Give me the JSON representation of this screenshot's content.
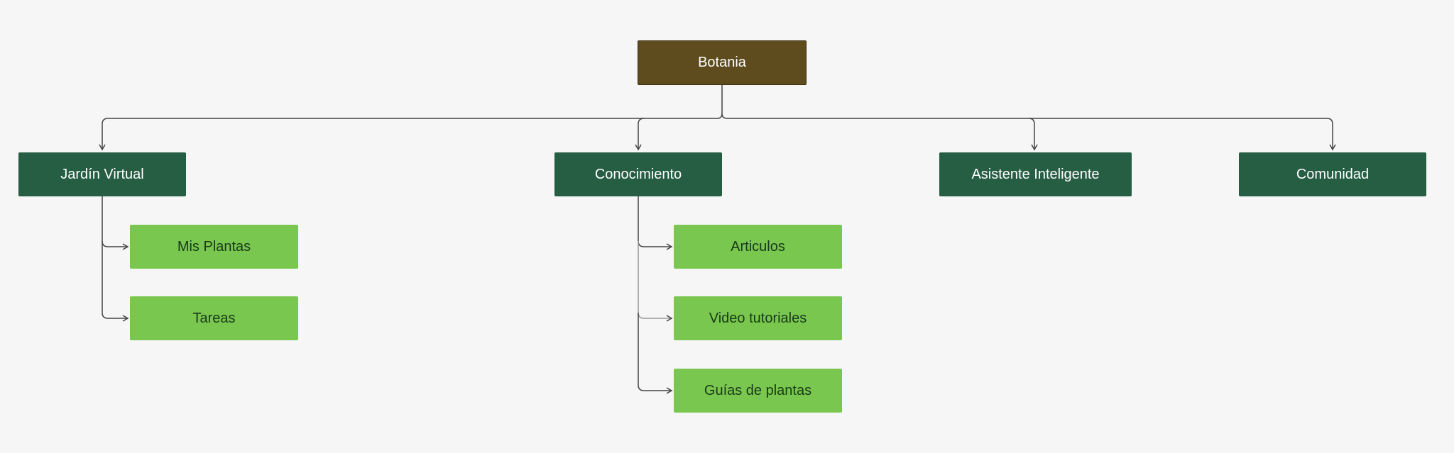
{
  "root": {
    "label": "Botania"
  },
  "sections": [
    {
      "label": "Jardín Virtual",
      "children": [
        "Mis Plantas",
        "Tareas"
      ]
    },
    {
      "label": "Conocimiento",
      "children": [
        "Articulos",
        "Video tutoriales",
        "Guías de plantas"
      ]
    },
    {
      "label": "Asistente Inteligente",
      "children": []
    },
    {
      "label": "Comunidad",
      "children": []
    }
  ],
  "colors": {
    "root": "#5e4b1e",
    "section": "#265e44",
    "leaf": "#7ac74f",
    "connector": "#444444"
  }
}
